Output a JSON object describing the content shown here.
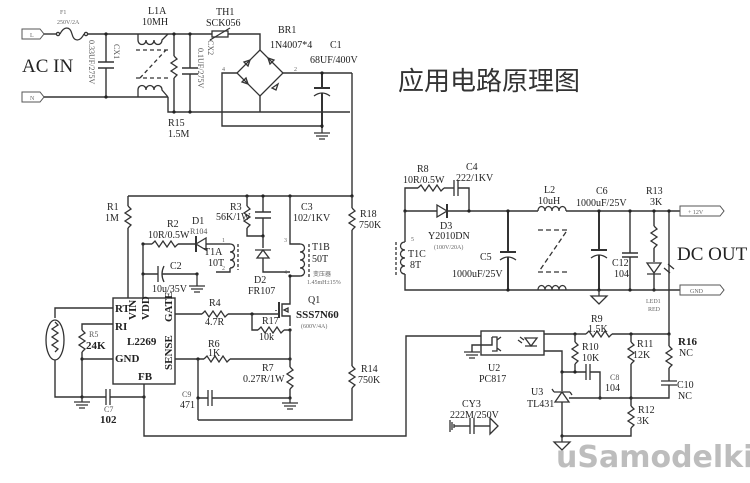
{
  "diagram": {
    "title": "应用电路原理图",
    "watermark": "uSamodelkina.ru",
    "ac_input": {
      "label": "AC IN",
      "line_terminal": "L",
      "neutral_terminal": "N",
      "fuse": {
        "ref": "F1",
        "value": "250V/2A"
      },
      "cx1": {
        "ref": "CX1",
        "value": "0.33UF/275V"
      },
      "l1a": {
        "ref": "L1A",
        "value": "10MH"
      },
      "cx2": {
        "ref": "CX2",
        "value": "0.1UF/275V"
      },
      "r15": {
        "ref": "R15",
        "value": "1.5M"
      },
      "th1": {
        "ref": "TH1",
        "value": "SCK056"
      },
      "br1": {
        "ref": "BR1",
        "value": "1N4007*4"
      },
      "c1": {
        "ref": "C1",
        "value": "68UF/400V"
      }
    },
    "primary": {
      "r1": {
        "ref": "R1",
        "value": "1M"
      },
      "r2": {
        "ref": "R2",
        "value": "10R/0.5W"
      },
      "d1": {
        "ref": "D1",
        "value": "R104"
      },
      "t1a": {
        "ref": "T1A",
        "value": "10T"
      },
      "c2": {
        "ref": "C2",
        "value": "10u/35V"
      },
      "r3": {
        "ref": "R3",
        "value": "56K/1W"
      },
      "c3": {
        "ref": "C3",
        "value": "102/1KV"
      },
      "d2": {
        "ref": "D2",
        "value": "FR107"
      },
      "t1b": {
        "ref": "T1B",
        "value": "50T",
        "note": "1.45mH±15%",
        "note_cn": "变压器"
      },
      "q1": {
        "ref": "Q1",
        "value": "SSS7N60",
        "rating": "(600V/4A)"
      },
      "r18": {
        "ref": "R18",
        "value": "750K"
      },
      "r14": {
        "ref": "R14",
        "value": "750K"
      },
      "r4": {
        "ref": "R4",
        "value": "4.7R"
      },
      "r17": {
        "ref": "R17",
        "value": "10k"
      },
      "r6": {
        "ref": "R6",
        "value": "1K"
      },
      "r7": {
        "ref": "R7",
        "value": "0.27R/1W"
      },
      "c9": {
        "ref": "C9",
        "value": "471"
      },
      "r5": {
        "ref": "R5",
        "value": "24K"
      },
      "c7": {
        "ref": "C7",
        "value": "102"
      },
      "ic": {
        "ref": "L2269",
        "pins": {
          "rt": "RT",
          "ri": "RI",
          "vin": "VIN",
          "vdd": "VDD",
          "gate": "GATE",
          "gnd": "GND",
          "sense": "SENSE",
          "fb": "FB"
        }
      }
    },
    "secondary": {
      "r8": {
        "ref": "R8",
        "value": "10R/0.5W"
      },
      "c4": {
        "ref": "C4",
        "value": "222/1KV"
      },
      "d3": {
        "ref": "D3",
        "value": "Y2010DN",
        "rating": "(100V/20A)"
      },
      "t1c": {
        "ref": "T1C",
        "value": "8T"
      },
      "c5": {
        "ref": "C5",
        "value": "1000uF/25V"
      },
      "l2": {
        "ref": "L2",
        "value": "10uH"
      },
      "c6": {
        "ref": "C6",
        "value": "1000uF/25V"
      },
      "c12": {
        "ref": "C12",
        "value": "104"
      },
      "r13": {
        "ref": "R13",
        "value": "3K"
      },
      "led1": {
        "ref": "LED1",
        "value": "RED"
      },
      "dc_out_label": "DC OUT",
      "out_pos": "+ 12V",
      "out_gnd": "GND"
    },
    "feedback": {
      "u2": {
        "ref": "U2",
        "value": "PC817"
      },
      "u3": {
        "ref": "U3",
        "value": "TL431"
      },
      "r9": {
        "ref": "R9",
        "value": "1.5K"
      },
      "r10": {
        "ref": "R10",
        "value": "10K"
      },
      "c8": {
        "ref": "C8",
        "value": "104"
      },
      "r11": {
        "ref": "R11",
        "value": "12K"
      },
      "r16": {
        "ref": "R16",
        "value": "NC"
      },
      "c10": {
        "ref": "C10",
        "value": "NC"
      },
      "r12": {
        "ref": "R12",
        "value": "3K"
      },
      "cy3": {
        "ref": "CY3",
        "value": "222M/250V"
      }
    },
    "pin_numbers": {
      "one": "1",
      "two": "2",
      "three": "3",
      "four": "4",
      "five": "5"
    }
  }
}
